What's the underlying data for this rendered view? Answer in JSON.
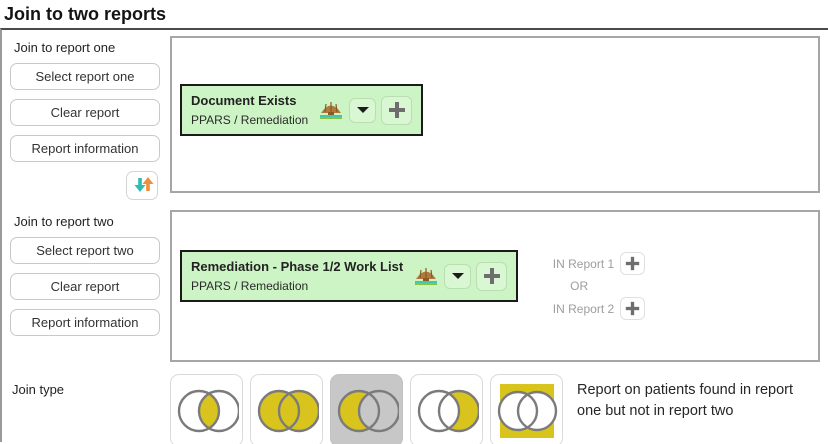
{
  "title": "Join to two reports",
  "report_one": {
    "section_label": "Join to report one",
    "buttons": {
      "select": "Select report one",
      "clear": "Clear report",
      "info": "Report information"
    },
    "card": {
      "title": "Document Exists",
      "subtitle": "PPARS / Remediation"
    }
  },
  "report_two": {
    "section_label": "Join to report two",
    "buttons": {
      "select": "Select report two",
      "clear": "Clear report",
      "info": "Report information"
    },
    "card": {
      "title": "Remediation - Phase 1/2 Work List",
      "subtitle": "PPARS / Remediation"
    },
    "conditions": {
      "in_report_1": "IN Report 1",
      "or": "OR",
      "in_report_2": "IN Report 2"
    }
  },
  "join_type": {
    "label": "Join type",
    "options": [
      {
        "name": "intersection"
      },
      {
        "name": "union"
      },
      {
        "name": "left-only"
      },
      {
        "name": "right-only"
      },
      {
        "name": "outside-both"
      }
    ],
    "selected_index": 2,
    "description": "Report on patients found in report one but not in report two"
  },
  "icons": {
    "swap": "swap-arrows-icon",
    "hut": "hut-icon",
    "dropdown": "chevron-down-icon",
    "add": "plus-icon"
  },
  "colors": {
    "card_green": "#cdf4c5",
    "card_border": "#1a1a1a",
    "venn_yellow": "#d9c41d",
    "venn_stroke": "#7b7b7b",
    "selected_gray": "#c7c7c7",
    "arrow_teal": "#2fbdb3",
    "arrow_orange": "#ef8e3c",
    "muted_text": "#9d9d9d"
  }
}
